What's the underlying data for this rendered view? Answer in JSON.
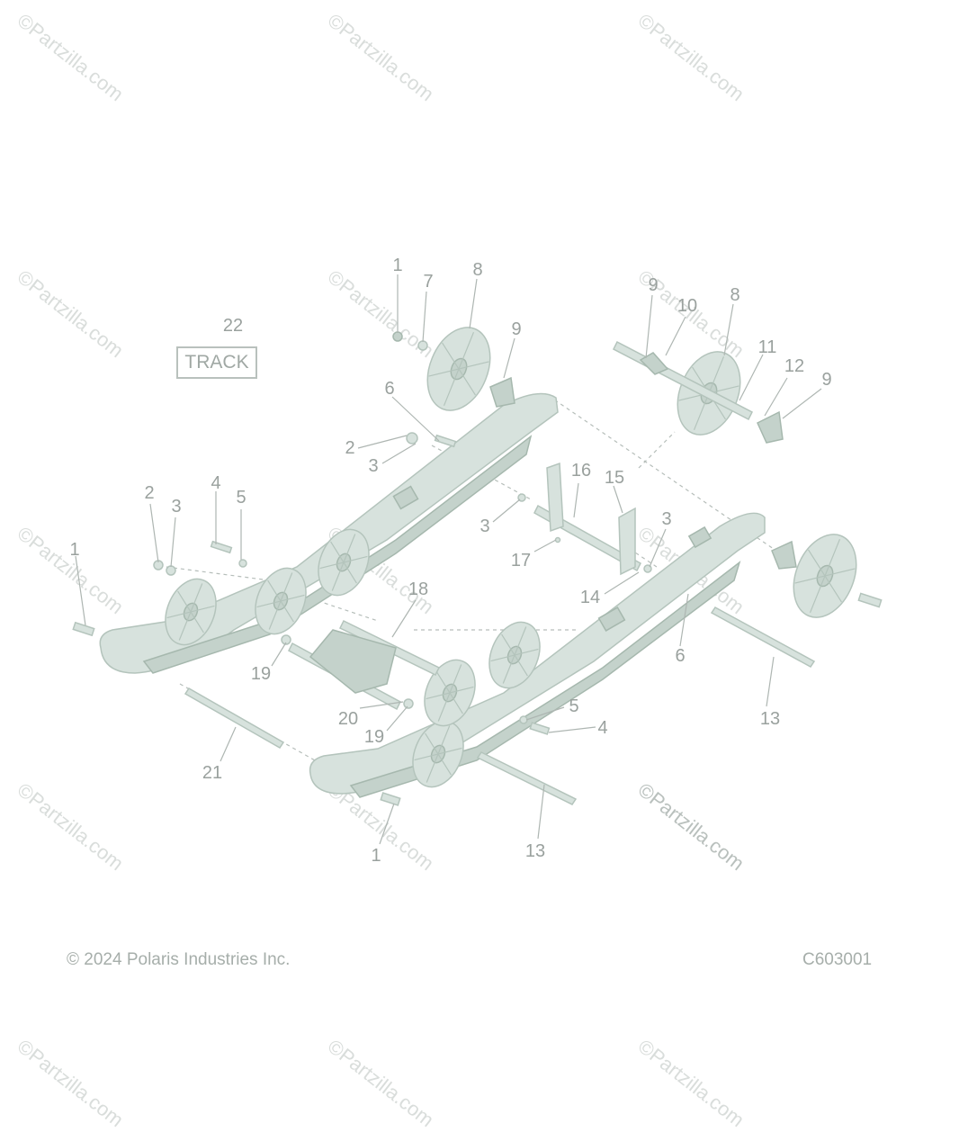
{
  "watermark_text": "©Partzilla.com",
  "track_label": "TRACK",
  "track_number": "22",
  "copyright": "© 2024 Polaris Industries Inc.",
  "diagram_code": "C603001",
  "callouts": [
    {
      "id": "c1a",
      "label": "1"
    },
    {
      "id": "c7",
      "label": "7"
    },
    {
      "id": "c8a",
      "label": "8"
    },
    {
      "id": "c9a",
      "label": "9"
    },
    {
      "id": "c9b",
      "label": "9"
    },
    {
      "id": "c10",
      "label": "10"
    },
    {
      "id": "c8b",
      "label": "8"
    },
    {
      "id": "c11",
      "label": "11"
    },
    {
      "id": "c12",
      "label": "12"
    },
    {
      "id": "c9c",
      "label": "9"
    },
    {
      "id": "c6a",
      "label": "6"
    },
    {
      "id": "c2a",
      "label": "2"
    },
    {
      "id": "c3a",
      "label": "3"
    },
    {
      "id": "c16",
      "label": "16"
    },
    {
      "id": "c15",
      "label": "15"
    },
    {
      "id": "c2b",
      "label": "2"
    },
    {
      "id": "c3b",
      "label": "3"
    },
    {
      "id": "c4a",
      "label": "4"
    },
    {
      "id": "c5a",
      "label": "5"
    },
    {
      "id": "c3c",
      "label": "3"
    },
    {
      "id": "c3d",
      "label": "3"
    },
    {
      "id": "c17",
      "label": "17"
    },
    {
      "id": "c1b",
      "label": "1"
    },
    {
      "id": "c18",
      "label": "18"
    },
    {
      "id": "c14",
      "label": "14"
    },
    {
      "id": "c6b",
      "label": "6"
    },
    {
      "id": "c19a",
      "label": "19"
    },
    {
      "id": "c13a",
      "label": "13"
    },
    {
      "id": "c5b",
      "label": "5"
    },
    {
      "id": "c4b",
      "label": "4"
    },
    {
      "id": "c20",
      "label": "20"
    },
    {
      "id": "c19b",
      "label": "19"
    },
    {
      "id": "c21",
      "label": "21"
    },
    {
      "id": "c13b",
      "label": "13"
    },
    {
      "id": "c1c",
      "label": "1"
    }
  ]
}
